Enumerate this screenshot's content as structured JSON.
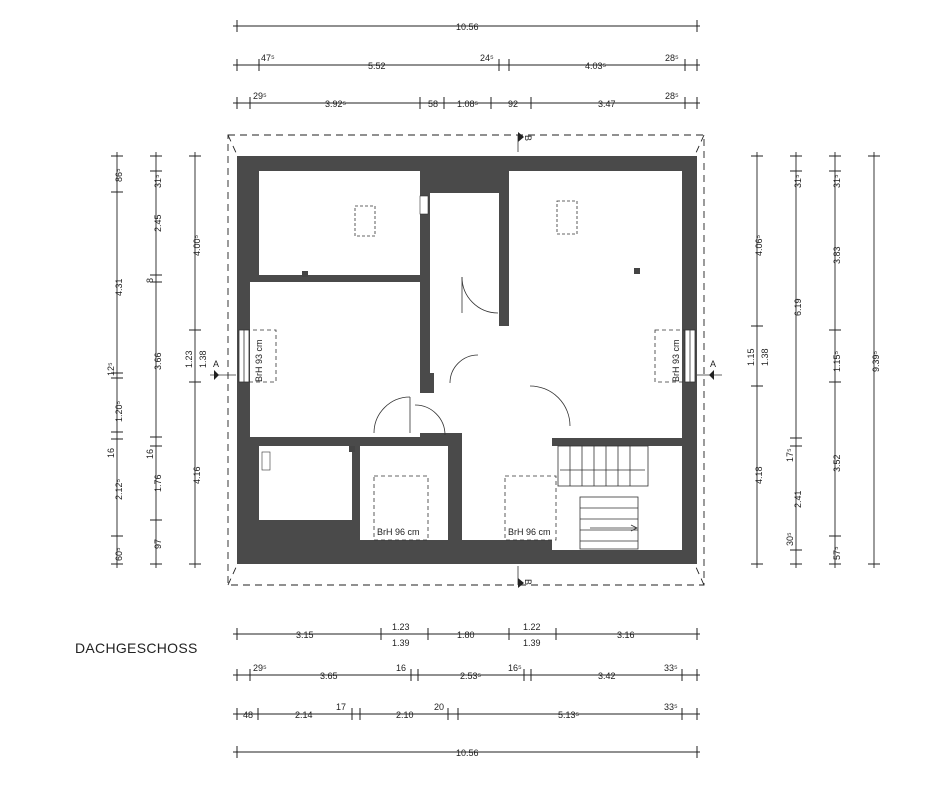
{
  "title": "DACHGESCHOSS",
  "top_dims": {
    "row1": [
      "10.56"
    ],
    "row2": [
      "47⁵",
      "5.52",
      "24⁵",
      "4.03⁵",
      "28⁵"
    ],
    "row3": [
      "29⁵",
      "3.92⁵",
      "58",
      "1.08⁵",
      "92",
      "3.47",
      "28⁵"
    ]
  },
  "bottom_dims": {
    "row1": [
      "3.15",
      "1.23",
      "1.39",
      "1.80",
      "1.22",
      "1.39",
      "3.16"
    ],
    "row2": [
      "29⁵",
      "3.65",
      "16",
      "2.53⁵",
      "16⁵",
      "3.42",
      "33⁵"
    ],
    "row3": [
      "48",
      "2.14",
      "17",
      "2.10",
      "20",
      "5.13⁵",
      "33⁵"
    ],
    "row4": [
      "10.56"
    ]
  },
  "left_dims": {
    "col1": [
      "86⁵",
      "4.31",
      "12⁵",
      "1.20⁵",
      "16",
      "2.12⁵",
      "60⁵"
    ],
    "col2": [
      "31⁵",
      "2.45",
      "8",
      "3.66",
      "16",
      "1.76",
      "97"
    ],
    "col3": [
      "4.00⁵",
      "1.23",
      "1.38",
      "4.16"
    ]
  },
  "right_dims": {
    "col1": [
      "4.06⁵",
      "1.15",
      "1.38",
      "4.18"
    ],
    "col2": [
      "31⁵",
      "6.19",
      "17⁵",
      "2.41",
      "30⁵"
    ],
    "col3": [
      "31⁵",
      "3.83",
      "1.15⁵",
      "3.52",
      "57⁵"
    ],
    "col4": [
      "9.39⁵"
    ]
  },
  "labels": {
    "brh_left": "BrH 93 cm",
    "brh_right": "BrH 93 cm",
    "brh_bottom_left": "BrH 96 cm",
    "brh_bottom_right": "BrH 96 cm",
    "section_a": "A",
    "section_b": "B"
  }
}
